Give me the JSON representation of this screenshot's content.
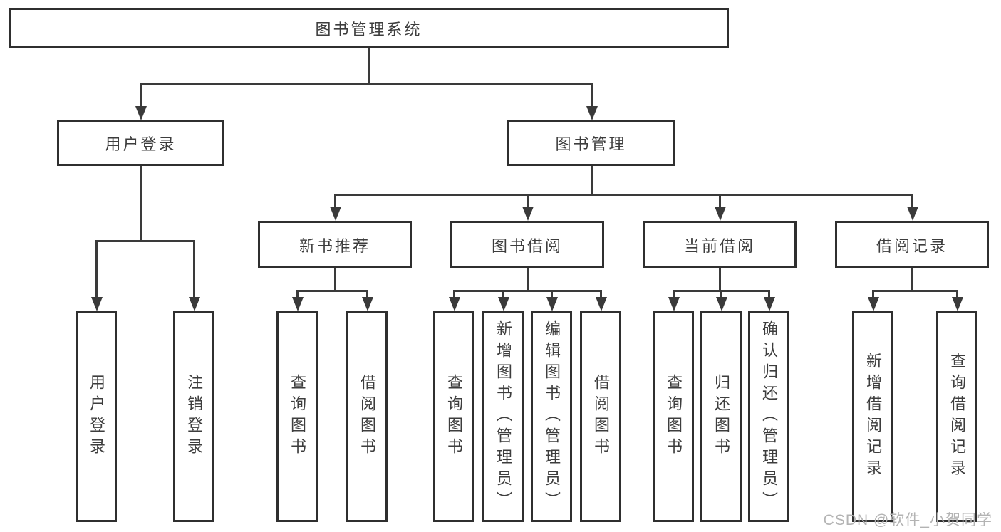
{
  "diagram": {
    "root": {
      "label": "图书管理系统"
    },
    "level2": [
      {
        "label": "用户登录"
      },
      {
        "label": "图书管理"
      }
    ],
    "level3": [
      {
        "label": "新书推荐"
      },
      {
        "label": "图书借阅"
      },
      {
        "label": "当前借阅"
      },
      {
        "label": "借阅记录"
      }
    ],
    "children": {
      "user_login": [
        "用户登录",
        "注销登录"
      ],
      "new_book_recommend": [
        "查询图书",
        "借阅图书"
      ],
      "book_borrow": [
        "查询图书",
        "新增图书（管理员）",
        "编辑图书（管理员）",
        "借阅图书"
      ],
      "current_borrow": [
        "查询图书",
        "归还图书",
        "确认归还（管理员）"
      ],
      "borrow_records": [
        "新增借阅记录",
        "查询借阅记录"
      ]
    }
  },
  "watermark": {
    "text": "CSDN @软件_小贺同学"
  },
  "colors": {
    "line": "#3a3a3a",
    "border": "#2f2f2f",
    "text": "#3d3d3d",
    "watermark": "#b3b3b3",
    "background": "#ffffff"
  }
}
